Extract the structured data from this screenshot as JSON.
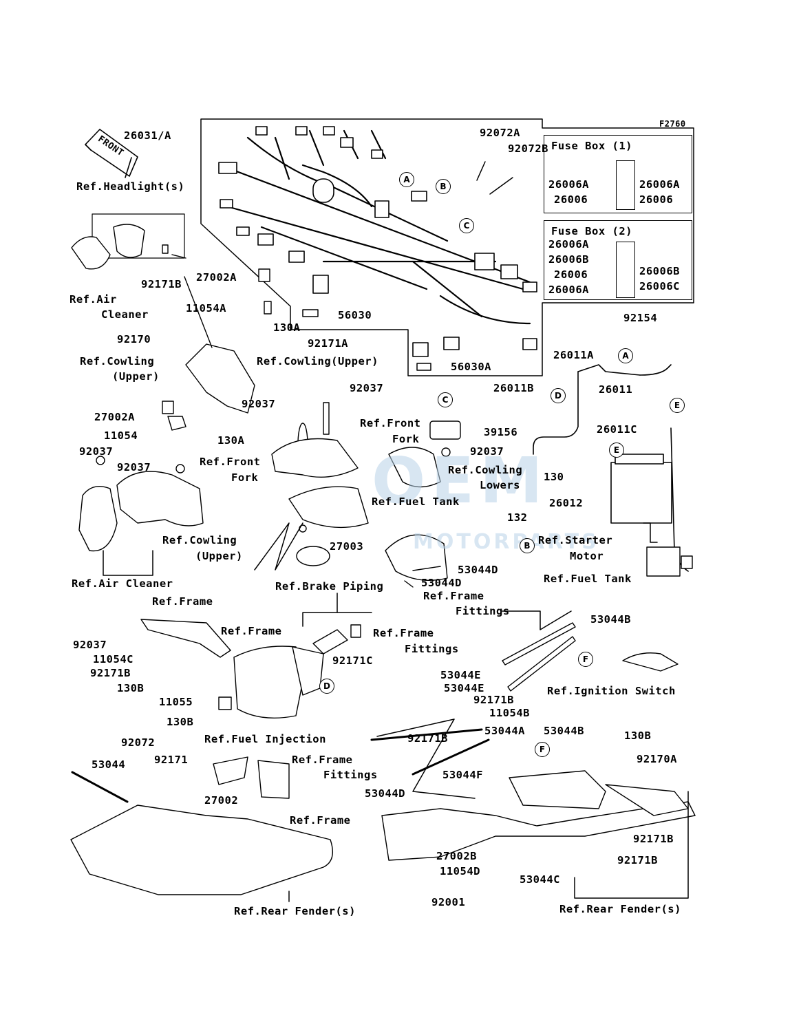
{
  "figure_code": "F2760",
  "front_sign": "FRONT",
  "watermark": {
    "main": "OEM",
    "sub": "MOTORPARTS"
  },
  "callouts": {
    "a": "A",
    "b": "B",
    "c": "C",
    "d": "D",
    "e": "E",
    "f": "F"
  },
  "fuse_box_1": {
    "title": "Fuse Box (1)",
    "left": [
      "26006A",
      "26006"
    ],
    "right": [
      "26006A",
      "26006"
    ]
  },
  "fuse_box_2": {
    "title": "Fuse Box (2)",
    "left": [
      "26006A",
      "26006B",
      "26006",
      "26006A"
    ],
    "right": [
      "26006B",
      "26006C"
    ]
  },
  "labels": {
    "p26031A": "26031/A",
    "p92072A": "92072A",
    "p92072B": "92072B",
    "ref_headlights": "Ref.Headlight(s)",
    "p92171B_a": "92171B",
    "p27002A_a": "27002A",
    "ref_air_cleaner_1": "Ref.Air",
    "ref_air_cleaner_2": "Cleaner",
    "p11054A": "11054A",
    "p56030": "56030",
    "p130A_a": "130A",
    "p92170": "92170",
    "p92171A": "92171A",
    "ref_cowling_upper_a1": "Ref.Cowling",
    "ref_cowling_upper_a2": "(Upper)",
    "ref_cowling_upper_b": "Ref.Cowling(Upper)",
    "p56030A": "56030A",
    "p92154": "92154",
    "p26011A": "26011A",
    "p26011": "26011",
    "p92037_a": "92037",
    "p26011B": "26011B",
    "p92037_b": "92037",
    "p27002A_b": "27002A",
    "ref_front_fork_a1": "Ref.Front",
    "ref_front_fork_a2": "Fork",
    "p39156": "39156",
    "p11054": "11054",
    "p130A_b": "130A",
    "p26011C": "26011C",
    "p92037_c": "92037",
    "p92037_d": "92037",
    "p92037_e": "92037",
    "ref_front_fork_b1": "Ref.Front",
    "ref_front_fork_b2": "Fork",
    "ref_cowling_lowers_1": "Ref.Cowling",
    "ref_cowling_lowers_2": "Lowers",
    "p130": "130",
    "ref_fuel_tank_a": "Ref.Fuel Tank",
    "p26012": "26012",
    "p132": "132",
    "ref_cowling_upper_c1": "Ref.Cowling",
    "ref_cowling_upper_c2": "(Upper)",
    "p27003": "27003",
    "ref_starter_motor_1": "Ref.Starter",
    "ref_starter_motor_2": "Motor",
    "p53044D_a": "53044D",
    "p53044D_b": "53044D",
    "ref_air_cleaner_b": "Ref.Air Cleaner",
    "ref_brake_piping": "Ref.Brake Piping",
    "ref_fuel_tank_b": "Ref.Fuel Tank",
    "ref_frame_a": "Ref.Frame",
    "ref_frame_fittings_a1": "Ref.Frame",
    "ref_frame_fittings_a2": "Fittings",
    "p53044B_a": "53044B",
    "p92037_f": "92037",
    "ref_frame_b": "Ref.Frame",
    "ref_frame_fittings_b1": "Ref.Frame",
    "ref_frame_fittings_b2": "Fittings",
    "p11054C": "11054C",
    "p92171C": "92171C",
    "p92171B_b": "92171B",
    "p53044E_a": "53044E",
    "p130B_a": "130B",
    "p53044E_b": "53044E",
    "ref_ignition_switch": "Ref.Ignition Switch",
    "p11055": "11055",
    "p92171B_c": "92171B",
    "p130B_b": "130B",
    "p11054B": "11054B",
    "ref_fuel_injection": "Ref.Fuel Injection",
    "p92171B_d": "92171B",
    "p53044A": "53044A",
    "p53044B_b": "53044B",
    "p130B_c": "130B",
    "p92072": "92072",
    "ref_frame_fittings_c1": "Ref.Frame",
    "ref_frame_fittings_c2": "Fittings",
    "p92170A": "92170A",
    "p53044": "53044",
    "p92171": "92171",
    "p53044F": "53044F",
    "p27002": "27002",
    "p53044D_c": "53044D",
    "ref_frame_c": "Ref.Frame",
    "p92171B_e": "92171B",
    "p27002B": "27002B",
    "p92171B_f": "92171B",
    "p11054D": "11054D",
    "p53044C": "53044C",
    "p92001": "92001",
    "ref_rear_fenders_a": "Ref.Rear Fender(s)",
    "ref_rear_fenders_b": "Ref.Rear Fender(s)"
  }
}
